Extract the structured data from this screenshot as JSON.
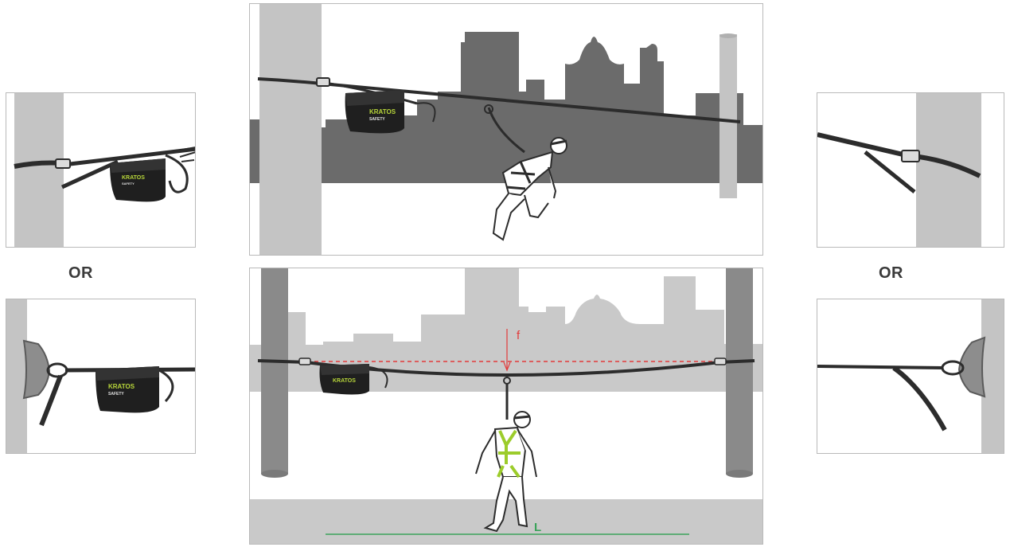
{
  "labels": {
    "or_left": "OR",
    "or_right": "OR",
    "sag": "f",
    "span": "L"
  },
  "brand": {
    "name": "KRATOS",
    "sub": "SAFETY"
  },
  "colors": {
    "sag_line": "#e23b3b",
    "span_line": "#3aa35a",
    "harness_accent": "#9ccc2b",
    "bag_logo": "#b8d63a",
    "skyline_dark": "#6b6b6b",
    "skyline_light": "#c9c9c9",
    "pole_dark": "#8a8a8a",
    "pole_light": "#c4c4c4"
  },
  "icons": [
    "anchor-pole",
    "tensioner-bag",
    "ratchet-buckle",
    "wall-anchor-plate",
    "worker-harness",
    "lifeline-cable"
  ]
}
